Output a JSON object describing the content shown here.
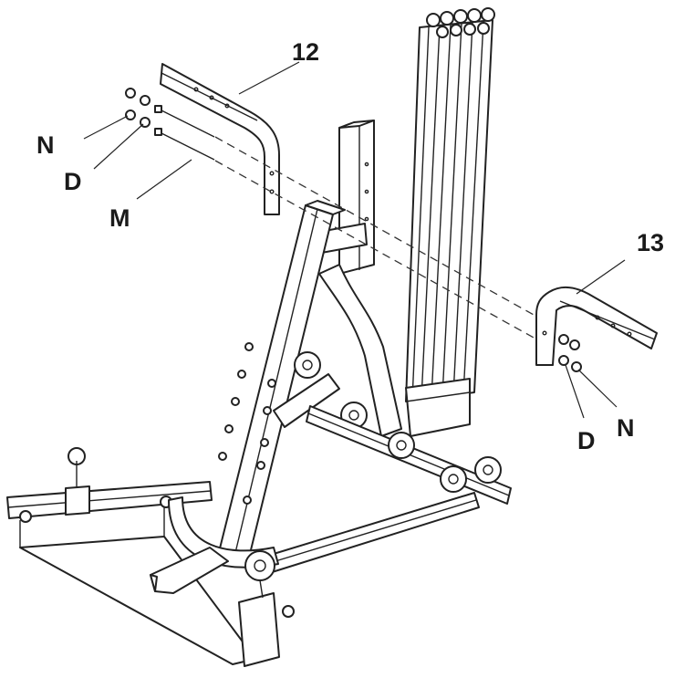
{
  "diagram": {
    "labels": {
      "part_12": "12",
      "part_13": "13",
      "nut_left": "N",
      "washer_left": "D",
      "bolt": "M",
      "washer_right": "D",
      "nut_right": "N"
    }
  }
}
